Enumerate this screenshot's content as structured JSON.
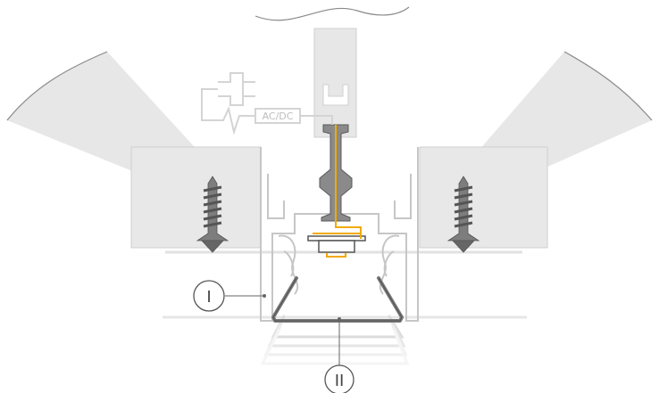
{
  "power": {
    "converter_label": "AC/DC",
    "plug_icon": "power-plug-icon"
  },
  "callouts": [
    {
      "id": "profile",
      "label": "I"
    },
    {
      "id": "diffuser",
      "label": "II"
    }
  ],
  "colors": {
    "background": "#ffffff",
    "panel_fill": "#e6e6e6",
    "panel_stroke": "#cfcfcf",
    "profile_stroke": "#c8c8c8",
    "metal_fill": "#7f7f7f",
    "metal_dark": "#555555",
    "wire": "#f2a900",
    "callout_stroke": "#555555",
    "ghost_stroke": "#d9d9d9"
  }
}
